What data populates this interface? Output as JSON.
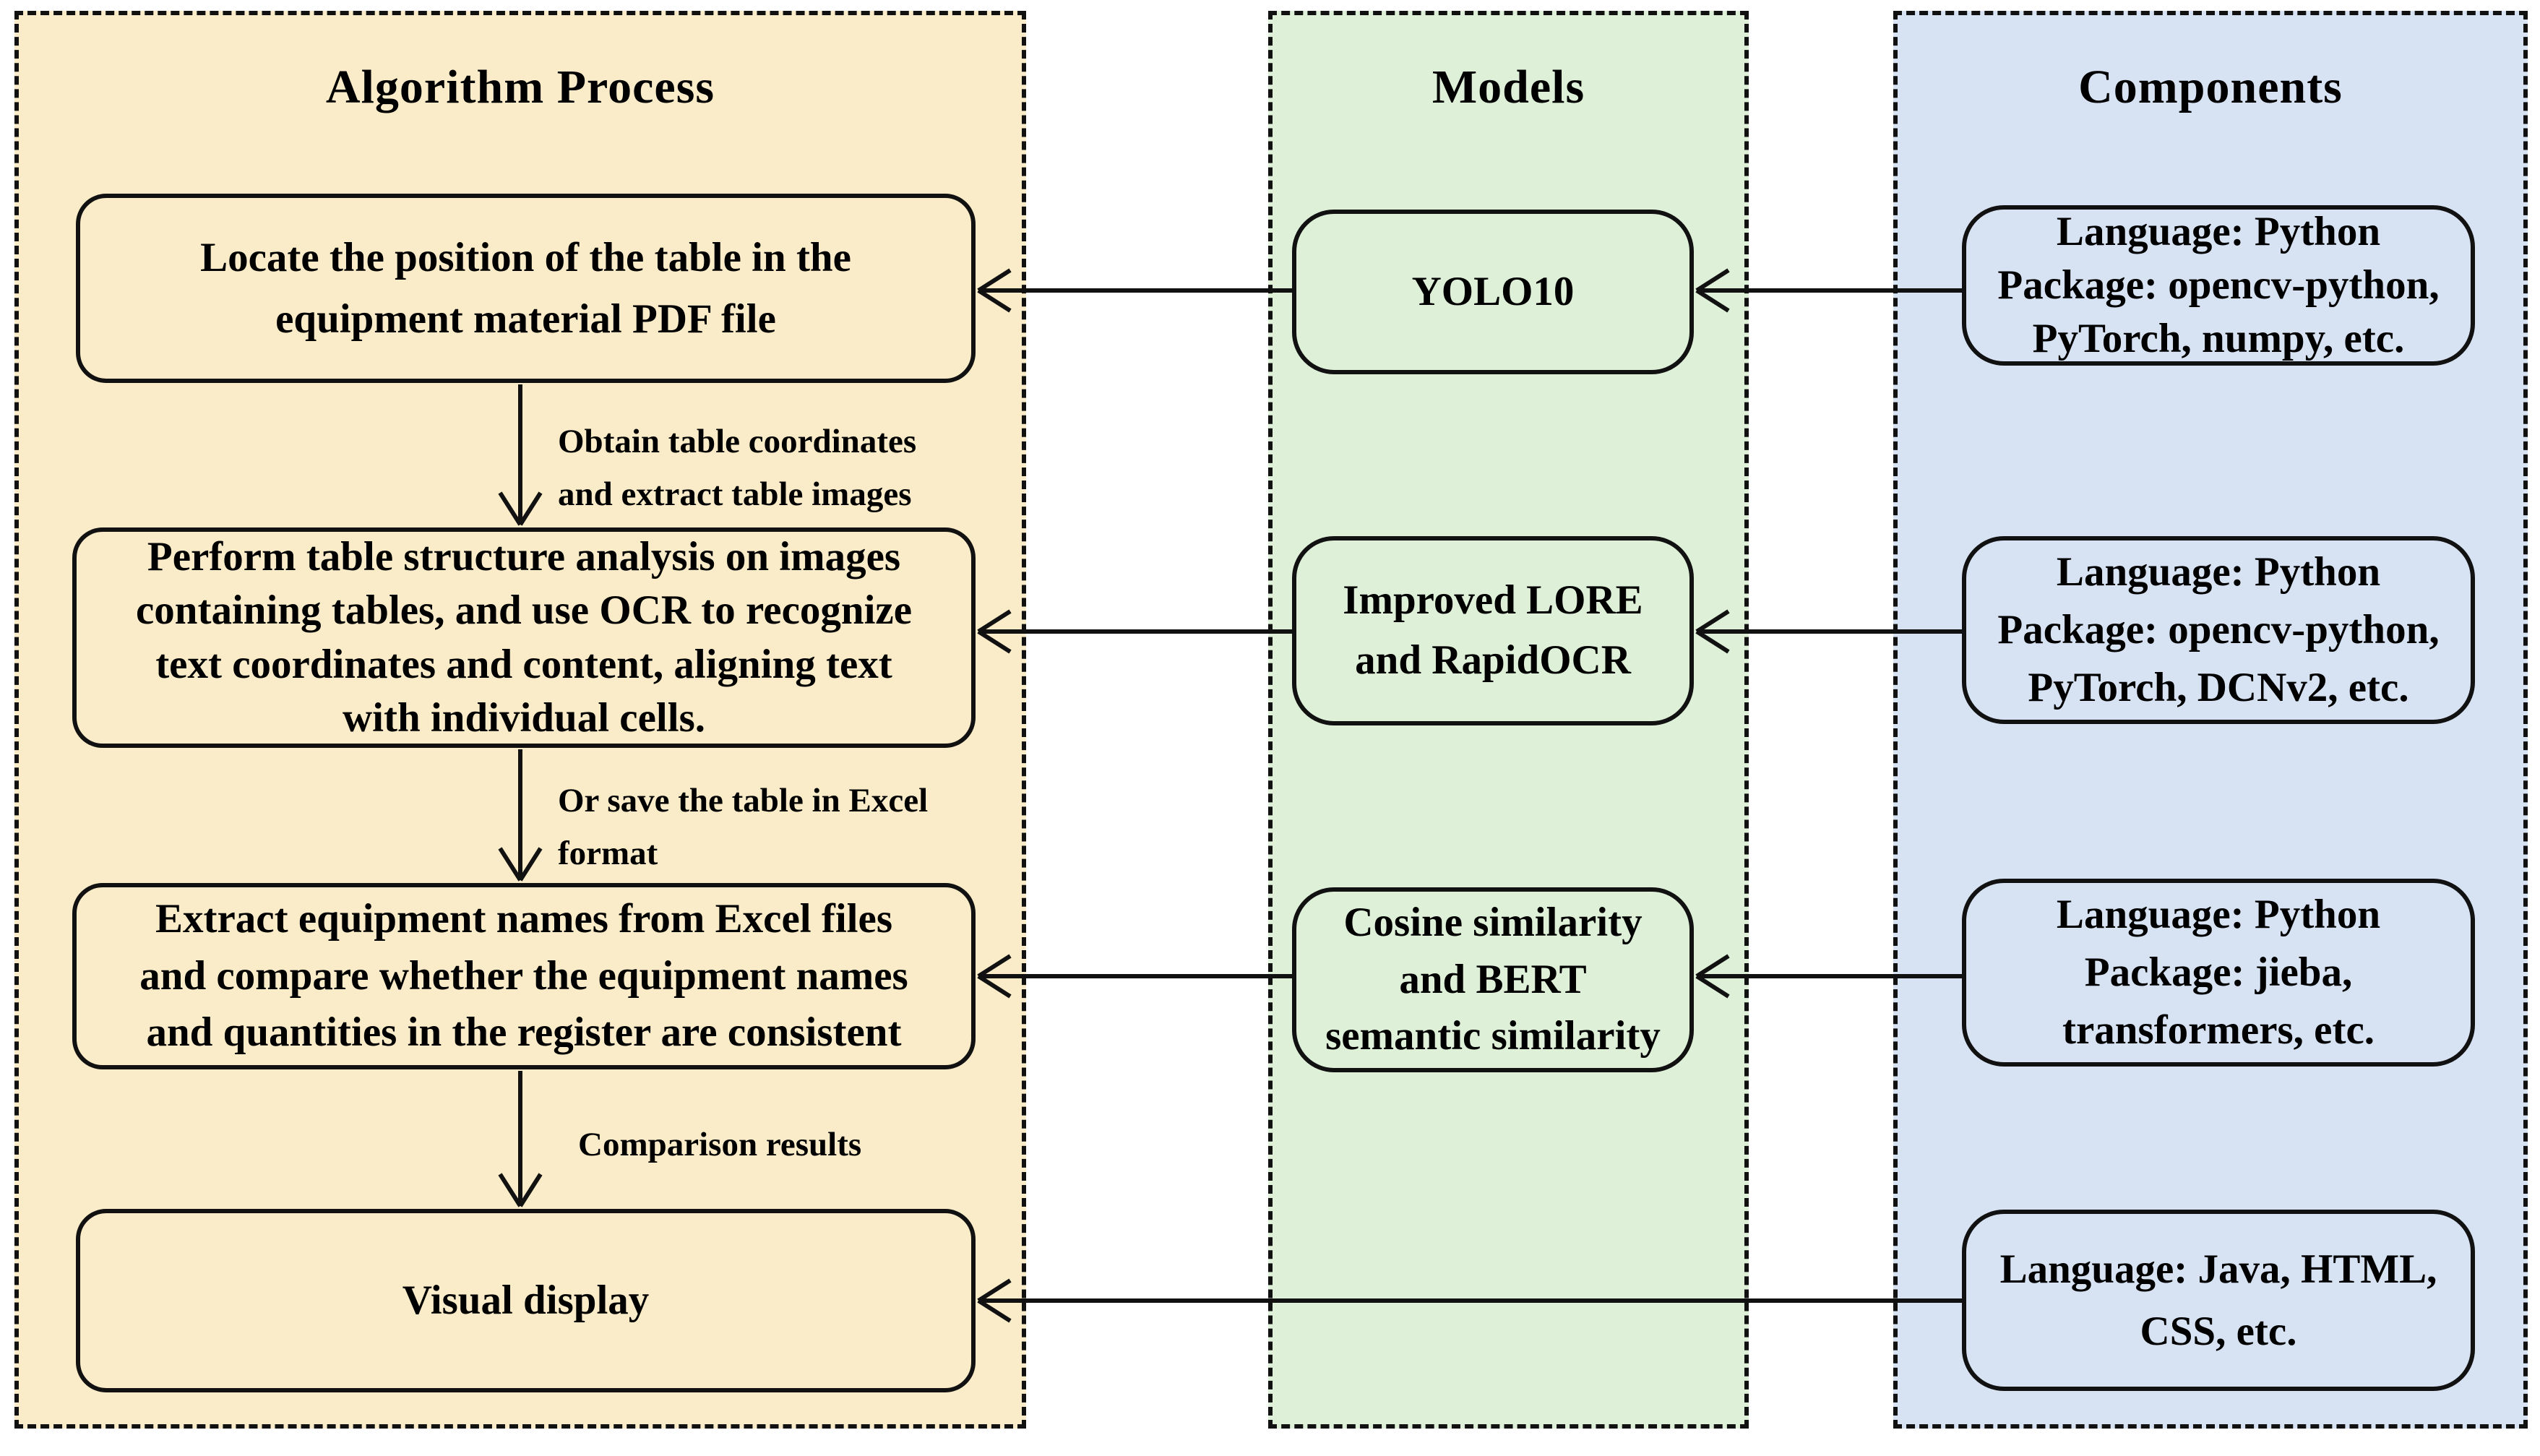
{
  "diagram": {
    "columns": [
      {
        "id": "algorithm",
        "title": "Algorithm Process"
      },
      {
        "id": "models",
        "title": "Models"
      },
      {
        "id": "components",
        "title": "Components"
      }
    ],
    "process_boxes": [
      {
        "lines": [
          "Locate the position of the table in the",
          "equipment material PDF file"
        ]
      },
      {
        "lines": [
          "Perform table structure analysis on images",
          "containing tables, and use OCR to recognize",
          "text coordinates and content, aligning text",
          "with individual cells."
        ]
      },
      {
        "lines": [
          "Extract equipment names from Excel files",
          "and compare whether the equipment names",
          "and quantities in the register are consistent"
        ]
      },
      {
        "lines": [
          "Visual display"
        ]
      }
    ],
    "edge_labels": [
      {
        "lines": [
          "Obtain table coordinates",
          "and extract table images"
        ]
      },
      {
        "lines": [
          "Or save the table in Excel",
          "format"
        ]
      },
      {
        "lines": [
          "Comparison results"
        ]
      }
    ],
    "model_boxes": [
      {
        "lines": [
          "YOLO10"
        ]
      },
      {
        "lines": [
          "Improved LORE",
          "and RapidOCR"
        ]
      },
      {
        "lines": [
          "Cosine similarity",
          "and BERT",
          "semantic similarity"
        ]
      }
    ],
    "component_boxes": [
      {
        "lines": [
          "Language: Python",
          "Package: opencv-python,",
          "PyTorch, numpy, etc."
        ]
      },
      {
        "lines": [
          "Language: Python",
          "Package: opencv-python,",
          "PyTorch, DCNv2, etc."
        ]
      },
      {
        "lines": [
          "Language: Python",
          "Package: jieba,",
          "transformers, etc."
        ]
      },
      {
        "lines": [
          "Language: Java, HTML,",
          "CSS, etc."
        ]
      }
    ],
    "colors": {
      "algorithm_bg": "#faecc8",
      "models_bg": "#def0d8",
      "components_bg": "#d7e3f3",
      "line": "#111111"
    }
  }
}
